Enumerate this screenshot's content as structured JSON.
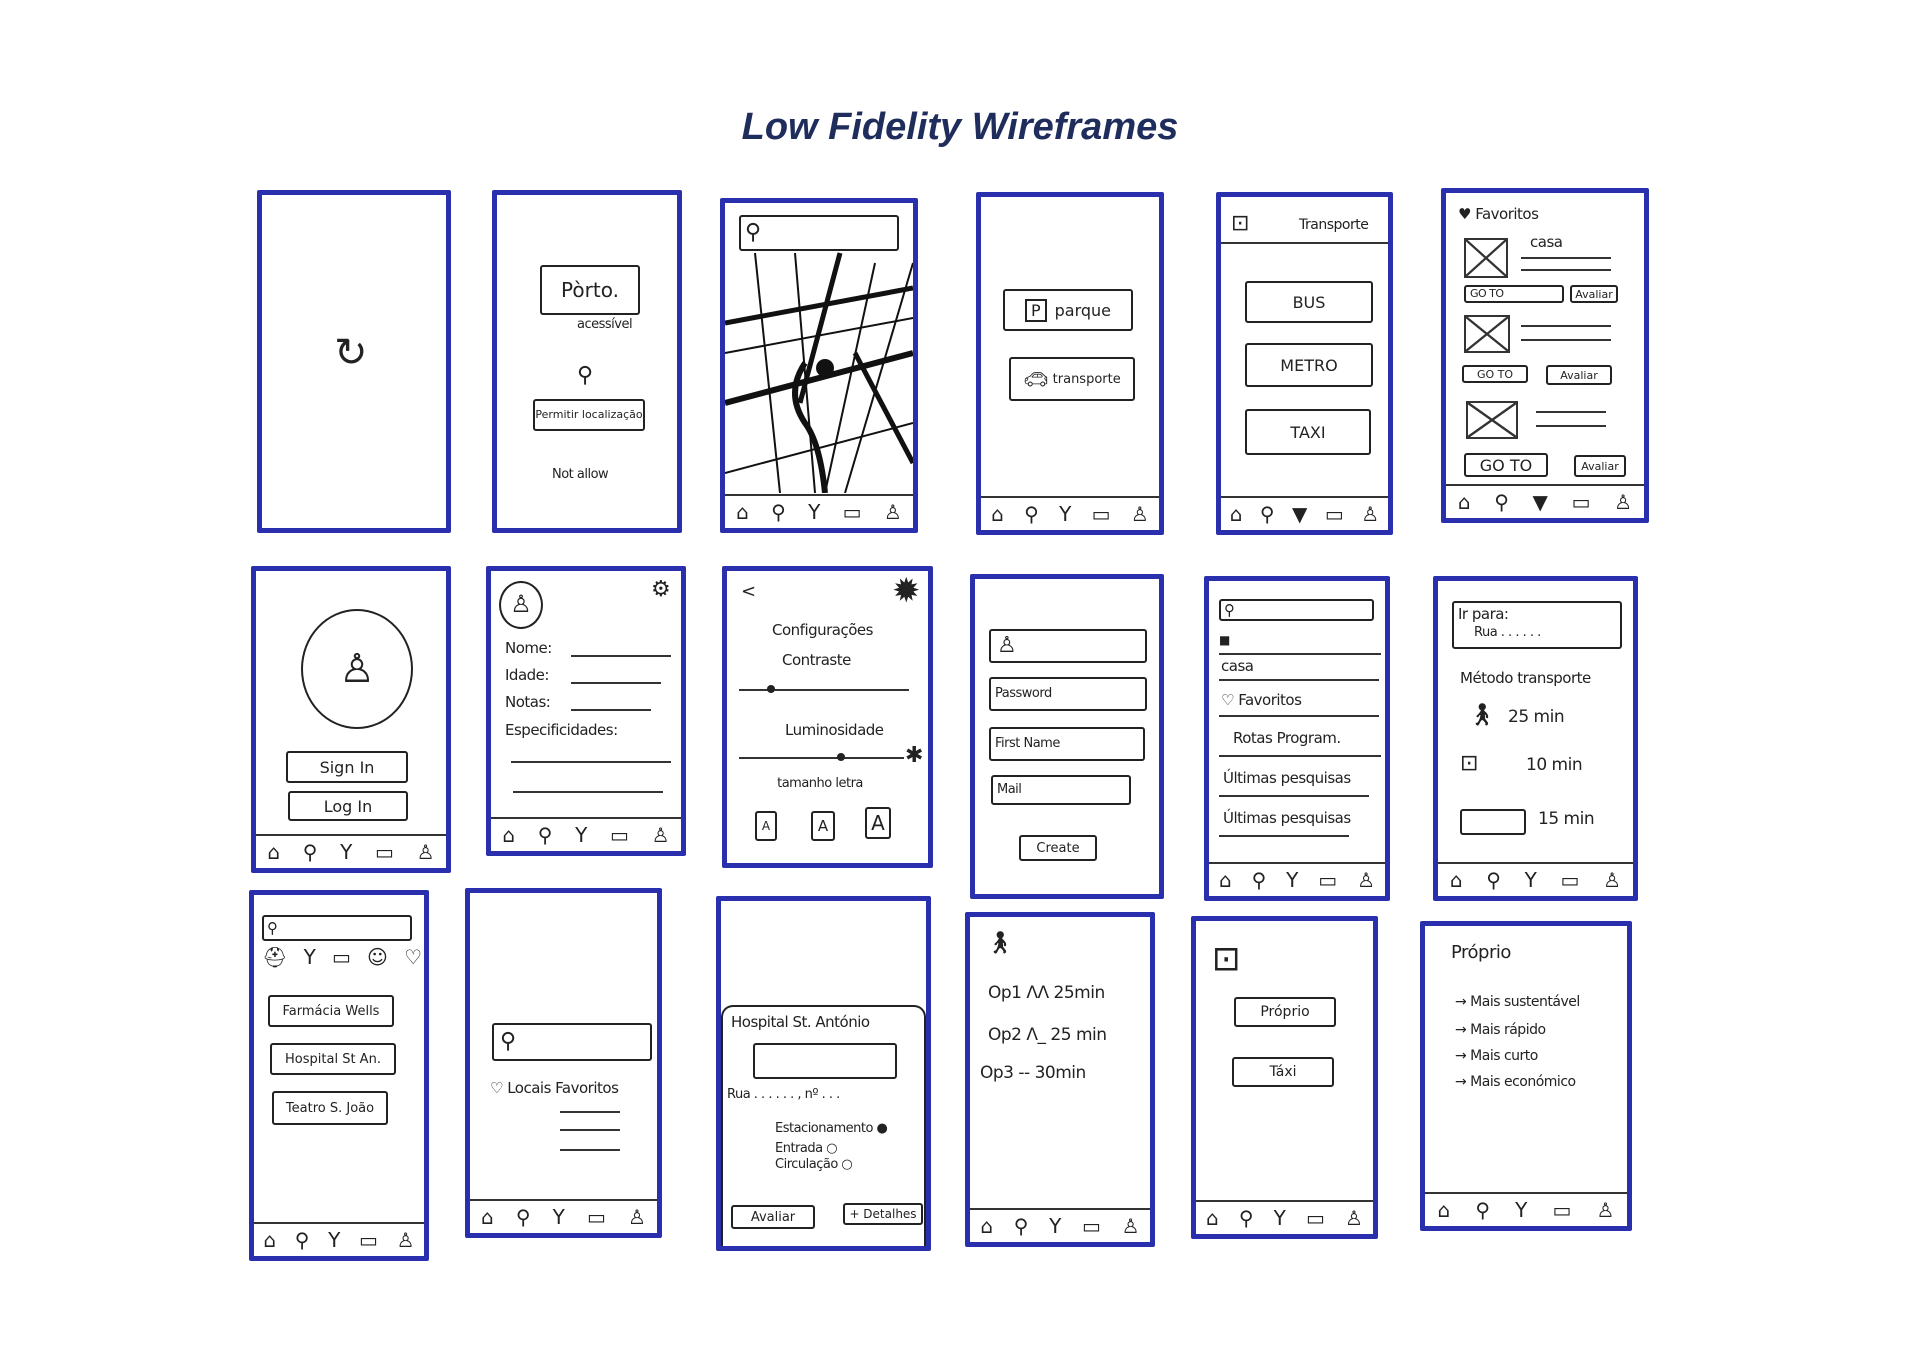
{
  "title": "Low Fidelity Wireframes",
  "accent_color": "#2a2fae",
  "nav_icons": [
    "home-icon",
    "search-icon",
    "drink-icon",
    "bus-icon",
    "profile-icon"
  ],
  "s2": {
    "logo": "Pòrto.",
    "tagline": "acessível",
    "allow": "Permitir localização",
    "deny": "Not allow"
  },
  "s4": {
    "park": "parque",
    "transport": "transporte"
  },
  "s5": {
    "header": "Transporte",
    "options": [
      "BUS",
      "METRO",
      "TAXI"
    ]
  },
  "s6": {
    "header": "Favoritos",
    "first_item": "casa",
    "goto": "GO TO",
    "rate": "Avaliar"
  },
  "s7": {
    "sign_in": "Sign In",
    "log_in": "Log In"
  },
  "s8": {
    "fields": [
      "Nome:",
      "Idade:",
      "Notas:",
      "Especificidades:"
    ]
  },
  "s9": {
    "back": "<",
    "title": "Configurações",
    "contrast": "Contraste",
    "brightness": "Luminosidade",
    "font_size": "tamanho letra",
    "sizes": [
      "A",
      "A",
      "A"
    ]
  },
  "s10": {
    "password": "Password",
    "first_name": "First Name",
    "mail": "Mail",
    "create": "Create"
  },
  "s11": {
    "items": [
      "casa",
      "♡ Favoritos",
      "Rotas Program.",
      "Últimas pesquisas",
      "Últimas pesquisas"
    ]
  },
  "s12": {
    "go_to": "Ir para:",
    "street": "Rua . . . . . .",
    "method": "Método transporte",
    "times": [
      "25 min",
      "10 min",
      "15 min"
    ]
  },
  "s13": {
    "places": [
      "Farmácia Wells",
      "Hospital St An.",
      "Teatro S. João"
    ]
  },
  "s14": {
    "favorites": "♡ Locais Favoritos"
  },
  "s15": {
    "place": "Hospital St. António",
    "address": "Rua . . . . . . , nº . . .",
    "parking": "Estacionamento ●",
    "entrance": "Entrada ○",
    "circulation": "Circulação ○",
    "rate": "Avaliar",
    "details": "+ Detalhes"
  },
  "s16": {
    "options": [
      "Op1 ΛΛ 25min",
      "Op2 Λ_ 25 min",
      "Op3 -- 30min"
    ]
  },
  "s17": {
    "own": "Próprio",
    "taxi": "Táxi"
  },
  "s18": {
    "title": "Próprio",
    "criteria": [
      "→ Mais sustentável",
      "→ Mais rápido",
      "→ Mais curto",
      "→ Mais económico"
    ]
  }
}
